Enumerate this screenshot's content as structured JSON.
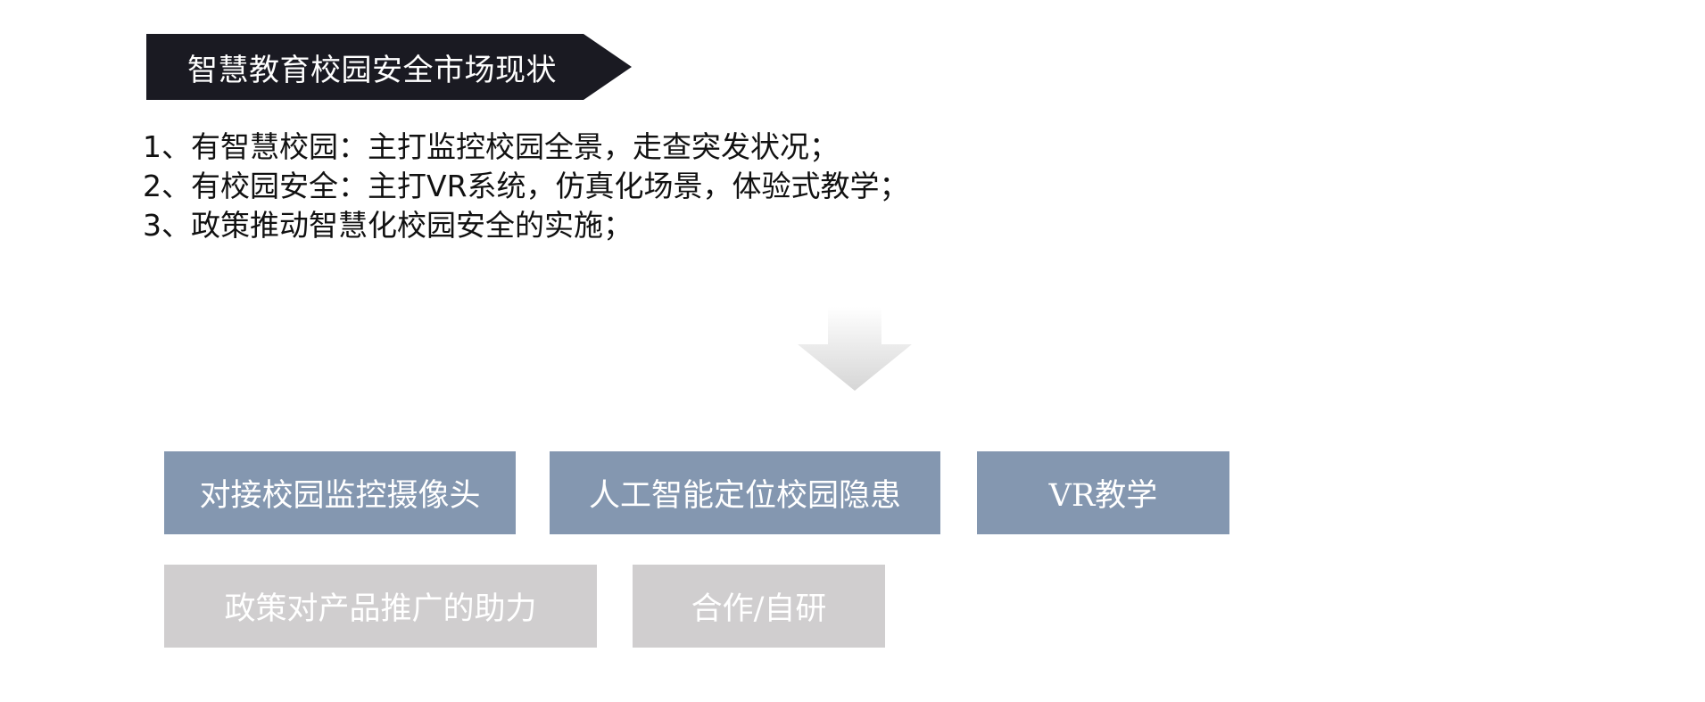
{
  "header": {
    "title": "智慧教育校园安全市场现状"
  },
  "points": [
    "1、有智慧校园：主打监控校园全景，走查突发状况；",
    "2、有校园安全：主打VR系统，仿真化场景，体验式教学；",
    "3、政策推动智慧化校园安全的实施；"
  ],
  "features": {
    "camera": "对接校园监控摄像头",
    "ai_hazard": "人工智能定位校园隐患",
    "vr_teaching": "VR教学"
  },
  "support": {
    "policy": "政策对产品推广的助力",
    "cooperation": "合作/自研"
  },
  "colors": {
    "banner": "#1a1a22",
    "feature_box": "#8497b0",
    "support_box": "#d0cecf",
    "arrow": "#e0e0e0"
  },
  "icons": {
    "arrow": "down-arrow-icon"
  }
}
